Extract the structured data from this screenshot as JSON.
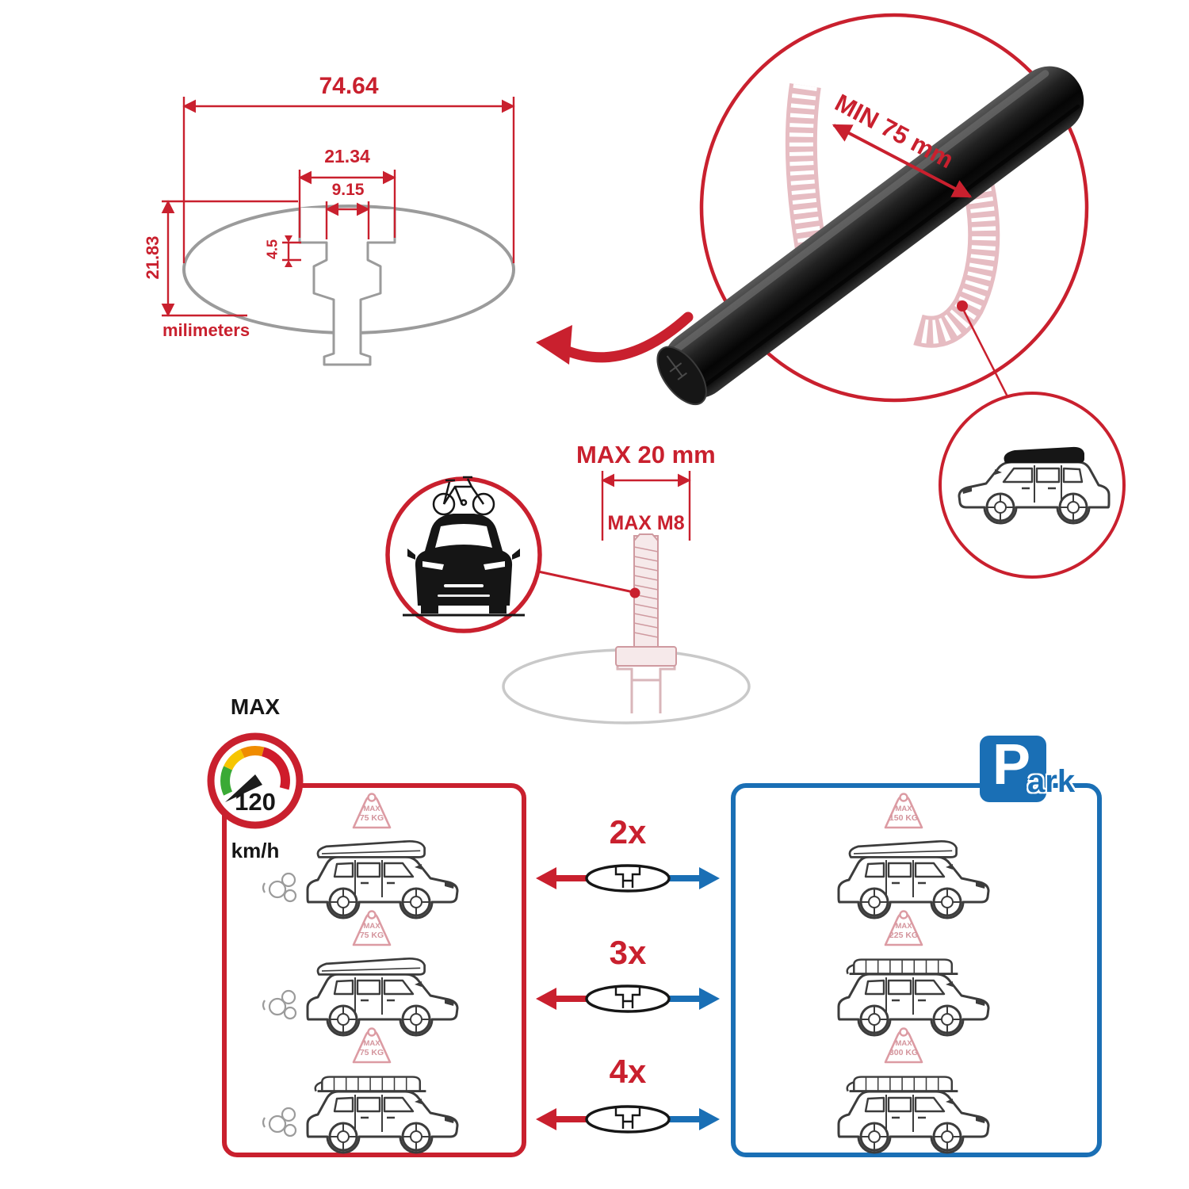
{
  "colors": {
    "red": "#c9202e",
    "blue": "#1a6fb5",
    "black": "#161616",
    "gray": "#9b9b9b",
    "faded_pink": "#dc9ba3"
  },
  "tech_drawing": {
    "dim_total_width": "74.64",
    "dim_slot_outer": "21.34",
    "dim_slot_inner": "9.15",
    "dim_lip_depth": "4.5",
    "dim_total_height": "21.83",
    "units": "milimeters"
  },
  "bar_detail": {
    "min_clamp_span": "MIN 75 mm"
  },
  "bolt_detail": {
    "max_length": "MAX 20 mm",
    "max_thread": "MAX M8"
  },
  "speed": {
    "title": "MAX",
    "value": "120",
    "unit": "km/h"
  },
  "parking": {
    "letter": "P",
    "rest": "ark"
  },
  "multipliers": [
    "2x",
    "3x",
    "4x"
  ],
  "driving_loads": [
    {
      "tag": "MAX",
      "weight": "75 KG"
    },
    {
      "tag": "MAX",
      "weight": "75 KG"
    },
    {
      "tag": "MAX",
      "weight": "75 KG"
    }
  ],
  "parked_loads": [
    {
      "tag": "MAX",
      "weight": "150 KG"
    },
    {
      "tag": "MAX",
      "weight": "225 KG"
    },
    {
      "tag": "MAX",
      "weight": "300 KG"
    }
  ]
}
